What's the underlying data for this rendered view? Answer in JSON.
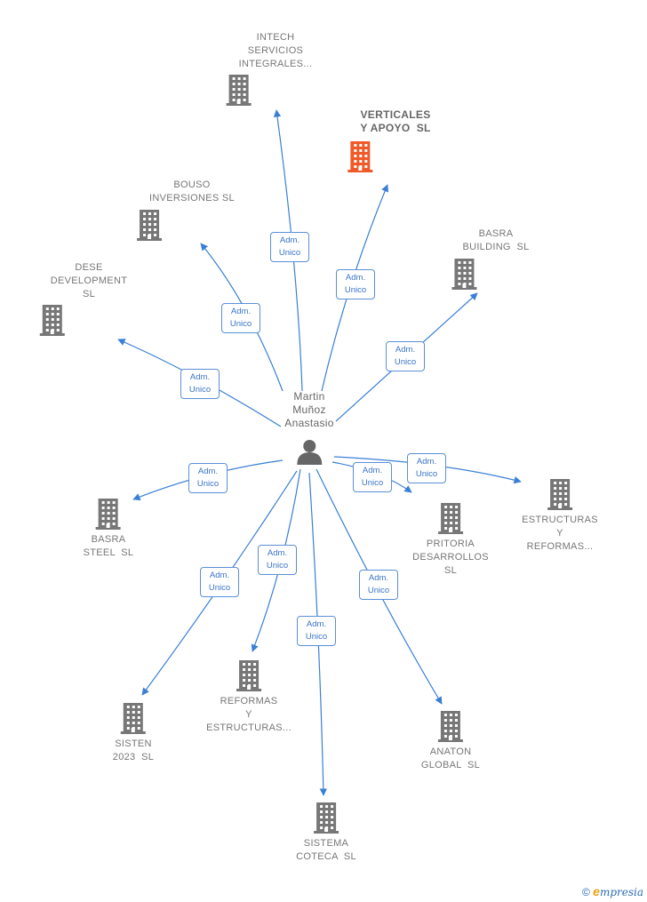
{
  "center": {
    "name_lines": [
      "Martin",
      "Muñoz",
      "Anastasio"
    ],
    "icon": "person-icon"
  },
  "edge_label": {
    "line1": "Adm.",
    "line2": "Unico"
  },
  "companies": [
    {
      "id": "intech",
      "lines": [
        "INTECH",
        "SERVICIOS",
        "INTEGRALES..."
      ],
      "highlight": false
    },
    {
      "id": "verticales",
      "lines": [
        "VERTICALES",
        "Y APOYO  SL"
      ],
      "highlight": true
    },
    {
      "id": "bouso",
      "lines": [
        "BOUSO",
        "INVERSIONES SL"
      ],
      "highlight": false
    },
    {
      "id": "basra-building",
      "lines": [
        "BASRA",
        "BUILDING  SL"
      ],
      "highlight": false
    },
    {
      "id": "dese",
      "lines": [
        "DESE",
        "DEVELOPMENT",
        "SL"
      ],
      "highlight": false
    },
    {
      "id": "basra-steel",
      "lines": [
        "BASRA",
        "STEEL  SL"
      ],
      "highlight": false
    },
    {
      "id": "pritoria",
      "lines": [
        "PRITORIA",
        "DESARROLLOS",
        "SL"
      ],
      "highlight": false
    },
    {
      "id": "estructuras-reformas",
      "lines": [
        "ESTRUCTURAS",
        "Y",
        "REFORMAS..."
      ],
      "highlight": false
    },
    {
      "id": "reformas-estructuras",
      "lines": [
        "REFORMAS",
        "Y",
        "ESTRUCTURAS..."
      ],
      "highlight": false
    },
    {
      "id": "sisten",
      "lines": [
        "SISTEN",
        "2023  SL"
      ],
      "highlight": false
    },
    {
      "id": "anaton",
      "lines": [
        "ANATON",
        "GLOBAL  SL"
      ],
      "highlight": false
    },
    {
      "id": "sistema",
      "lines": [
        "SISTEMA",
        "COTECA  SL"
      ],
      "highlight": false
    }
  ],
  "colors": {
    "edge": "#3a7fd5",
    "building": "#777777",
    "highlight": "#f05a28"
  },
  "footer": {
    "copyright": "©",
    "brand_initial": "e",
    "brand_rest": "mpresia"
  }
}
